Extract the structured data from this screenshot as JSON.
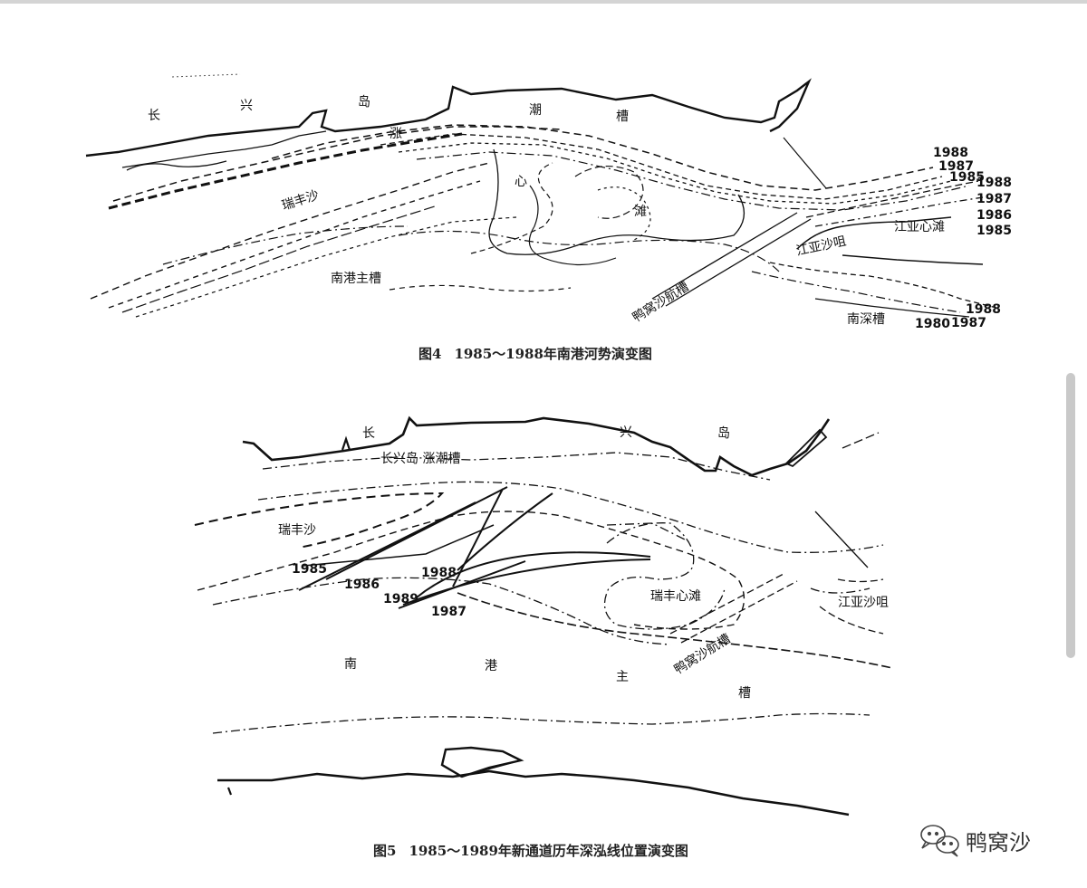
{
  "figure4": {
    "caption_num": "图4",
    "caption": "1985～1988年南港河势演变图",
    "labels": {
      "chang": "长",
      "xing": "兴",
      "dao": "岛",
      "zhang": "涨",
      "chao": "潮",
      "cao": "槽",
      "ruifengsha": "瑞丰沙",
      "xin": "心",
      "tan": "滩",
      "nangang_main": "南港主槽",
      "jiangya_bar": "江亚心滩",
      "jiangya_spit": "江亚沙咀",
      "yawosha_channel": "鸭窝沙航槽",
      "nanshen_channel": "南深槽"
    },
    "years_upper_right": [
      "1988",
      "1987",
      "1985",
      "1988",
      "1987",
      "1986",
      "1985"
    ],
    "years_lower_right": [
      "1988",
      "1980",
      "1987"
    ]
  },
  "figure5": {
    "caption_num": "图5",
    "caption": "1985～1989年新通道历年深泓线位置演变图",
    "labels": {
      "chang": "长",
      "xing": "兴",
      "dao": "岛",
      "flood_channel": "长兴岛 涨潮槽",
      "ruifengsha": "瑞丰沙",
      "ruifeng_bar": "瑞丰心滩",
      "jiangya_spit": "江亚沙咀",
      "yawosha_channel": "鸭窝沙航槽",
      "nan": "南",
      "gang": "港",
      "zhu": "主",
      "cao": "槽"
    },
    "years": [
      "1985",
      "1986",
      "1988",
      "1989",
      "1987"
    ]
  },
  "watermark": {
    "text": "鸭窝沙",
    "icon": "chat-bubbles-icon"
  }
}
